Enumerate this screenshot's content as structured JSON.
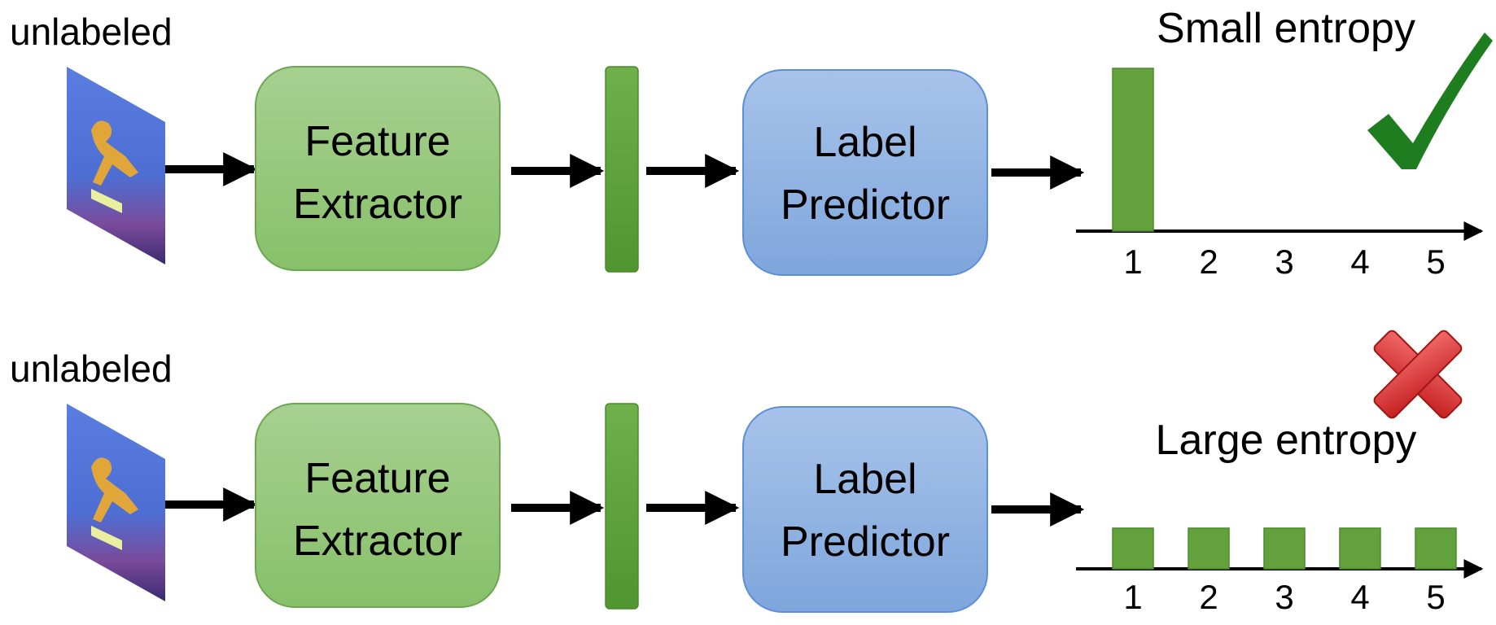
{
  "rows": [
    {
      "input_label": "unlabeled",
      "feature_extractor": {
        "line1": "Feature",
        "line2": "Extractor"
      },
      "label_predictor": {
        "line1": "Label",
        "line2": "Predictor"
      },
      "result_label": "Small entropy",
      "result_icon": "checkmark-icon",
      "bars": [
        {
          "category": "1",
          "value": 1.0
        },
        {
          "category": "2",
          "value": 0
        },
        {
          "category": "3",
          "value": 0
        },
        {
          "category": "4",
          "value": 0
        },
        {
          "category": "5",
          "value": 0
        }
      ]
    },
    {
      "input_label": "unlabeled",
      "feature_extractor": {
        "line1": "Feature",
        "line2": "Extractor"
      },
      "label_predictor": {
        "line1": "Label",
        "line2": "Predictor"
      },
      "result_label": "Large entropy",
      "result_icon": "cross-icon",
      "bars": [
        {
          "category": "1",
          "value": 0.2
        },
        {
          "category": "2",
          "value": 0.2
        },
        {
          "category": "3",
          "value": 0.2
        },
        {
          "category": "4",
          "value": 0.2
        },
        {
          "category": "5",
          "value": 0.2
        }
      ]
    }
  ],
  "colors": {
    "feature_box": "#93c47d",
    "feature_border": "#6aa84f",
    "predictor_box": "#8fb0e0",
    "predictor_border": "#5b8fd6",
    "feature_vector": "#5aa03a",
    "bar": "#62a13b",
    "check": "#1e7d1e",
    "cross": "#d42a2a"
  }
}
